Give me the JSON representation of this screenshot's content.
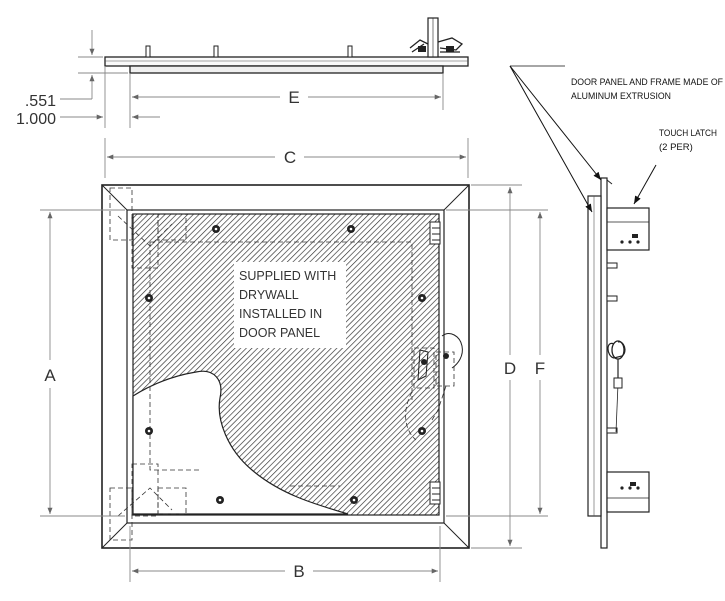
{
  "dimensions": {
    "a": "A",
    "b": "B",
    "c": "C",
    "d": "D",
    "e": "E",
    "f": "F",
    "flange_thickness": ".551",
    "overall_thickness": "1.000"
  },
  "notes": {
    "supplied_line1": "SUPPLIED WITH",
    "supplied_line2": "DRYWALL",
    "supplied_line3": "INSTALLED IN",
    "supplied_line4": "DOOR PANEL",
    "panel_frame_line1": "DOOR PANEL AND FRAME MADE OF",
    "panel_frame_line2": "ALUMINUM EXTRUSION",
    "touch_latch_line1": "TOUCH LATCH",
    "touch_latch_line2": "(2 PER)"
  }
}
